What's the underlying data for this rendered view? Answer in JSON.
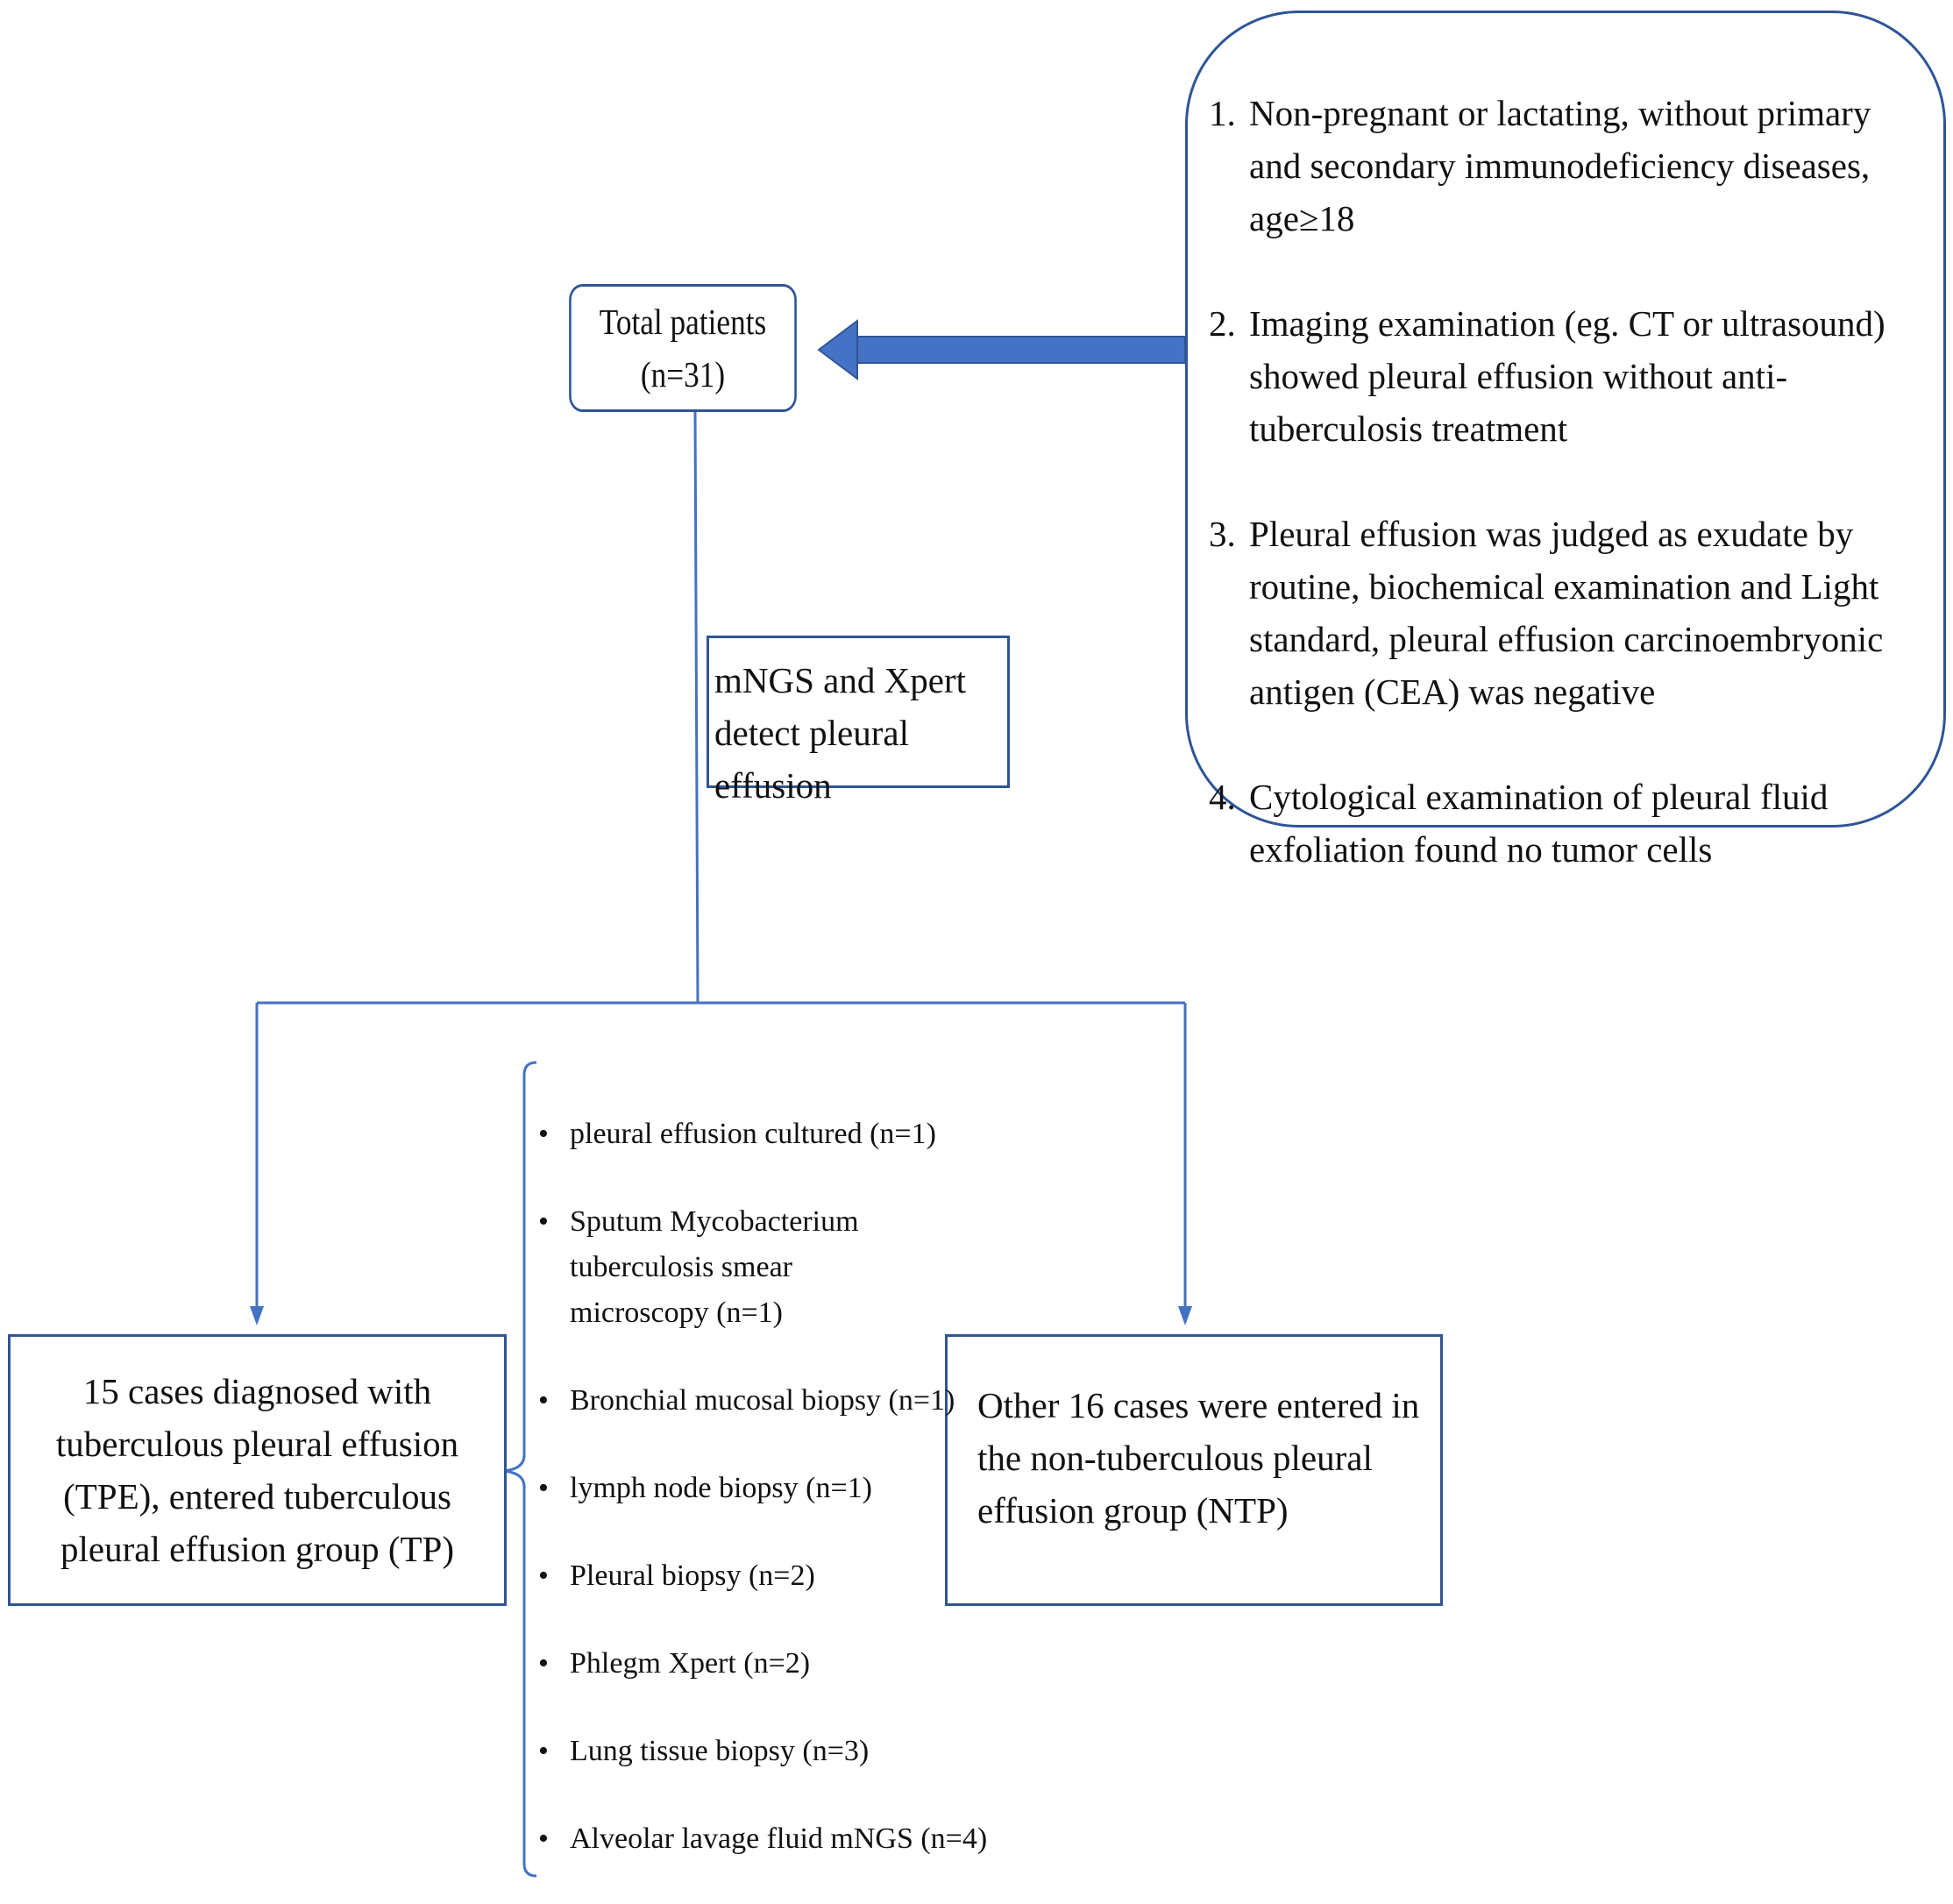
{
  "total": {
    "line1": "Total patients",
    "line2": "(n=31)"
  },
  "criteria": [
    {
      "num": "1.",
      "text": "Non-pregnant or lactating, without primary and secondary immunodeficiency diseases, age≥18"
    },
    {
      "num": "2.",
      "text": "Imaging examination (eg. CT or  ultrasound) showed pleural effusion without anti-tuberculosis treatment"
    },
    {
      "num": "3.",
      "text": "Pleural effusion was judged as exudate by routine, biochemical examination and Light standard, pleural effusion carcinoembryonic antigen (CEA) was negative"
    },
    {
      "num": "4.",
      "text": "Cytological examination of pleural fluid exfoliation found no tumor cells"
    }
  ],
  "detect": {
    "text": "mNGS and Xpert detect pleural effusion"
  },
  "tp": {
    "text": "15 cases diagnosed with tuberculous pleural effusion (TPE), entered tuberculous pleural effusion group (TP)"
  },
  "ntp": {
    "text": "Other 16 cases were entered in the non-tuberculous pleural effusion group (NTP)"
  },
  "tp_diagnosis": [
    {
      "bullet": "•",
      "text": "pleural effusion cultured (n=1)"
    },
    {
      "bullet": "•",
      "text": "Sputum Mycobacterium tuberculosis smear microscopy (n=1)"
    },
    {
      "bullet": "•",
      "text": "Bronchial mucosal biopsy (n=1)"
    },
    {
      "bullet": "•",
      "text": "lymph node biopsy (n=1)"
    },
    {
      "bullet": "•",
      "text": "Pleural biopsy (n=2)"
    },
    {
      "bullet": "•",
      "text": "Phlegm Xpert (n=2)"
    },
    {
      "bullet": "•",
      "text": "Lung tissue biopsy (n=3)"
    },
    {
      "bullet": "•",
      "text": "Alveolar lavage fluid mNGS  (n=4)"
    }
  ],
  "colors": {
    "line": "#4472C4",
    "border": "#2F5597",
    "arrow": "#4472C4"
  }
}
